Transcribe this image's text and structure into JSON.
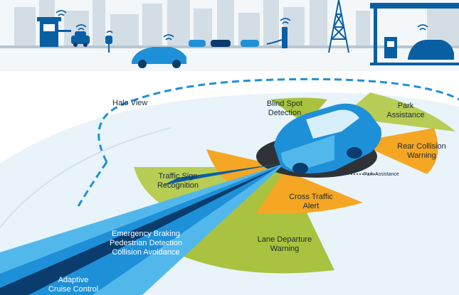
{
  "colors": {
    "blue_dark": "#0a5fa3",
    "blue_mid": "#1e90d8",
    "blue_light": "#52b8ec",
    "sky": "#dcecf6",
    "ground": "#eaf4fb",
    "orange": "#f5a623",
    "green": "#a9c23f",
    "navy": "#0b3c6e",
    "skyline": "#c7d4dd"
  },
  "labels": {
    "halo_view": "Halo View",
    "blind_spot": "Blind Spot\nDetection",
    "park_assistance_zone": "Park\nAssistance",
    "rear_collision": "Rear Collision\nWarning",
    "park_assistance_pointer": "Park Assistance",
    "traffic_sign": "Traffic Sign\nRecognition",
    "cross_traffic": "Cross Traffic\nAlert",
    "emergency_braking": "Emergency Braking\nPedestrian Detection\nCollision Avoidance",
    "lane_departure": "Lane Departure\nWarning",
    "adaptive_cruise": "Adaptive\nCruise Control"
  },
  "icons": {
    "toll_booth": "toll-booth-icon",
    "parking_meter": "parking-meter-icon",
    "cell_tower": "cell-tower-icon",
    "gas_station": "gas-station-icon",
    "ev_charger": "ev-charger-icon",
    "wifi": "wifi-signal-icon"
  }
}
